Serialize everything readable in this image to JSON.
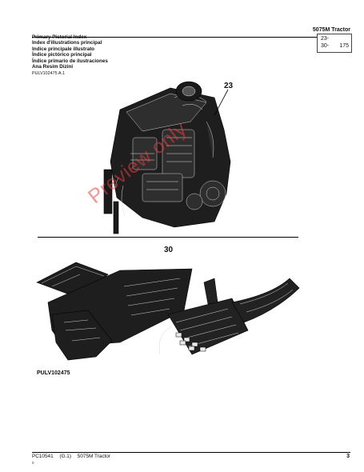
{
  "header": {
    "model_title": "5075M  Tractor",
    "page_range": {
      "start": "23-",
      "end": "30-",
      "page": "175"
    }
  },
  "titles": [
    "Primary Pictorial Index",
    "Index d'illustrations principal",
    "Indice principale illustrato",
    "Índice pictórico principal",
    "Índice primario de ilustraciones",
    "Ana Resim Dizini"
  ],
  "figure1": {
    "ref": "PULV102475 A.1",
    "callout": "23"
  },
  "figure2": {
    "callout": "30",
    "ref": "PULV102475"
  },
  "watermark": "Preview only",
  "footer": {
    "doc_id": "PC10541",
    "version": "(G.1)",
    "model": "5075M Tractor",
    "sub": "0",
    "page": "3"
  }
}
